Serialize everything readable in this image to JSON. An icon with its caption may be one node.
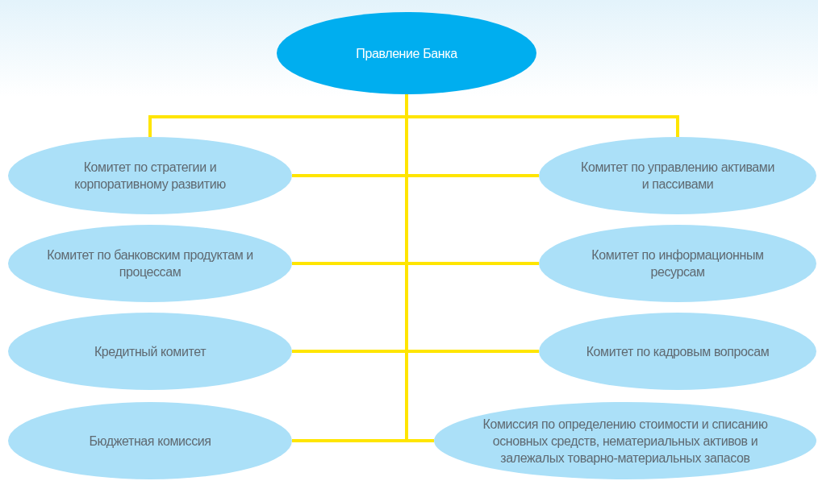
{
  "diagram": {
    "nodes": [
      {
        "text": [
          "Правление Банка"
        ]
      },
      {
        "text": [
          "Комитет по стратегии и корпоративному развитию"
        ]
      },
      {
        "text": [
          "Комитет по управлению активами и пассивами"
        ]
      },
      {
        "text": [
          "Комитет по банковским продуктам и процессам"
        ]
      },
      {
        "text": [
          "Комитет по информационным ресурсам"
        ]
      },
      {
        "text": [
          "Кредитный комитет"
        ]
      },
      {
        "text": [
          "Комитет по кадровым вопросам"
        ]
      },
      {
        "text": [
          "Бюджетная комиссия"
        ]
      },
      {
        "text": [
          "Комиссия по определению стоимости и списанию основных средств, нематериальных активов и залежалых товарно-материальных запасов"
        ]
      }
    ],
    "edges": [
      {
        "from": 0,
        "to": 1,
        "arrow": "none"
      },
      {
        "from": 0,
        "to": 2,
        "arrow": "none"
      },
      {
        "from": 0,
        "to": 1,
        "arrow": "none"
      },
      {
        "from": 0,
        "to": 2,
        "arrow": "none"
      },
      {
        "from": 0,
        "to": 3,
        "arrow": "none"
      },
      {
        "from": 0,
        "to": 4,
        "arrow": "none"
      },
      {
        "from": 0,
        "to": 5,
        "arrow": "none"
      },
      {
        "from": 0,
        "to": 6,
        "arrow": "none"
      },
      {
        "from": 0,
        "to": 7,
        "arrow": "none"
      },
      {
        "from": 0,
        "to": 8,
        "arrow": "none"
      }
    ]
  }
}
